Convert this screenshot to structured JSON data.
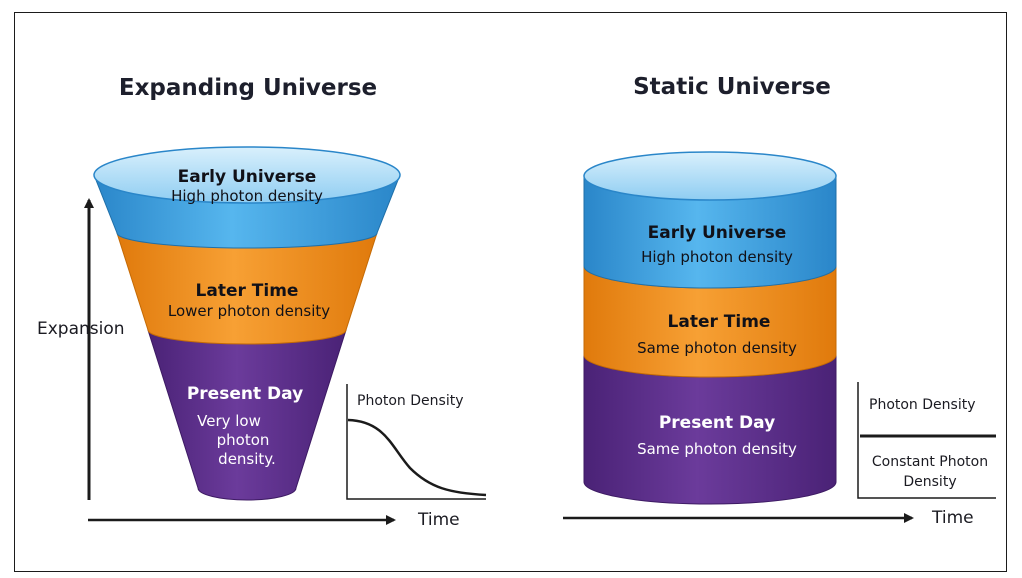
{
  "expanding": {
    "title": "Expanding Universe",
    "axis_y_label": "Expansion",
    "axis_x_label": "Time",
    "layers": [
      {
        "title": "Early Universe",
        "desc": "High photon density",
        "color": "#3ea0df"
      },
      {
        "title": "Later Time",
        "desc": "Lower photon density",
        "color": "#f28a17"
      },
      {
        "title": "Present Day",
        "desc_lines": [
          "Very low",
          "photon",
          "density."
        ],
        "color": "#5a2f8a"
      }
    ],
    "chart": {
      "label": "Photon Density"
    }
  },
  "static": {
    "title": "Static Universe",
    "axis_x_label": "Time",
    "layers": [
      {
        "title": "Early Universe",
        "desc": "High photon density",
        "color": "#3ea0df"
      },
      {
        "title": "Later Time",
        "desc": "Same photon density",
        "color": "#f28a17"
      },
      {
        "title": "Present Day",
        "desc": "Same photon density",
        "color": "#5a2f8a"
      }
    ],
    "chart": {
      "label": "Photon Density",
      "note_lines": [
        "Constant Photon",
        "Density"
      ]
    }
  }
}
